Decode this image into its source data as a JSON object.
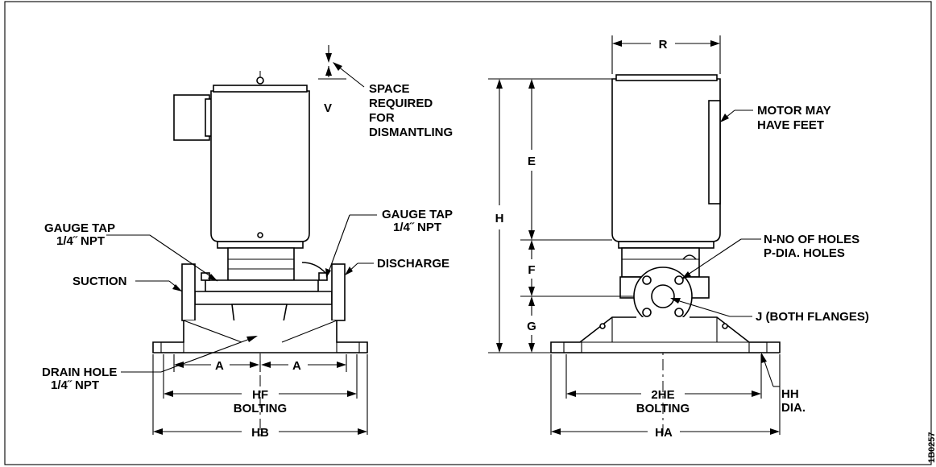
{
  "labels": {
    "space_required": [
      "SPACE",
      "REQUIRED",
      "FOR",
      "DISMANTLING"
    ],
    "v": "V",
    "gauge_tap_left": [
      "GAUGE TAP",
      "1/4˝ NPT"
    ],
    "gauge_tap_right": [
      "GAUGE TAP",
      "1/4˝ NPT"
    ],
    "suction": "SUCTION",
    "discharge": "DISCHARGE",
    "drain_hole": [
      "DRAIN HOLE",
      "1/4˝ NPT"
    ],
    "a_left": "A",
    "a_right": "A",
    "hf": [
      "HF",
      "BOLTING"
    ],
    "hb": "HB",
    "r": "R",
    "motor_feet": [
      "MOTOR MAY",
      "HAVE FEET"
    ],
    "e": "E",
    "h": "H",
    "f": "F",
    "g": "G",
    "holes": [
      "N-NO OF HOLES",
      "P-DIA. HOLES"
    ],
    "j": "J (BOTH FLANGES)",
    "he": [
      "2HE",
      "BOLTING"
    ],
    "hh": [
      "HH",
      "DIA."
    ],
    "ha": "HA",
    "drawing_id": "1B0257"
  }
}
